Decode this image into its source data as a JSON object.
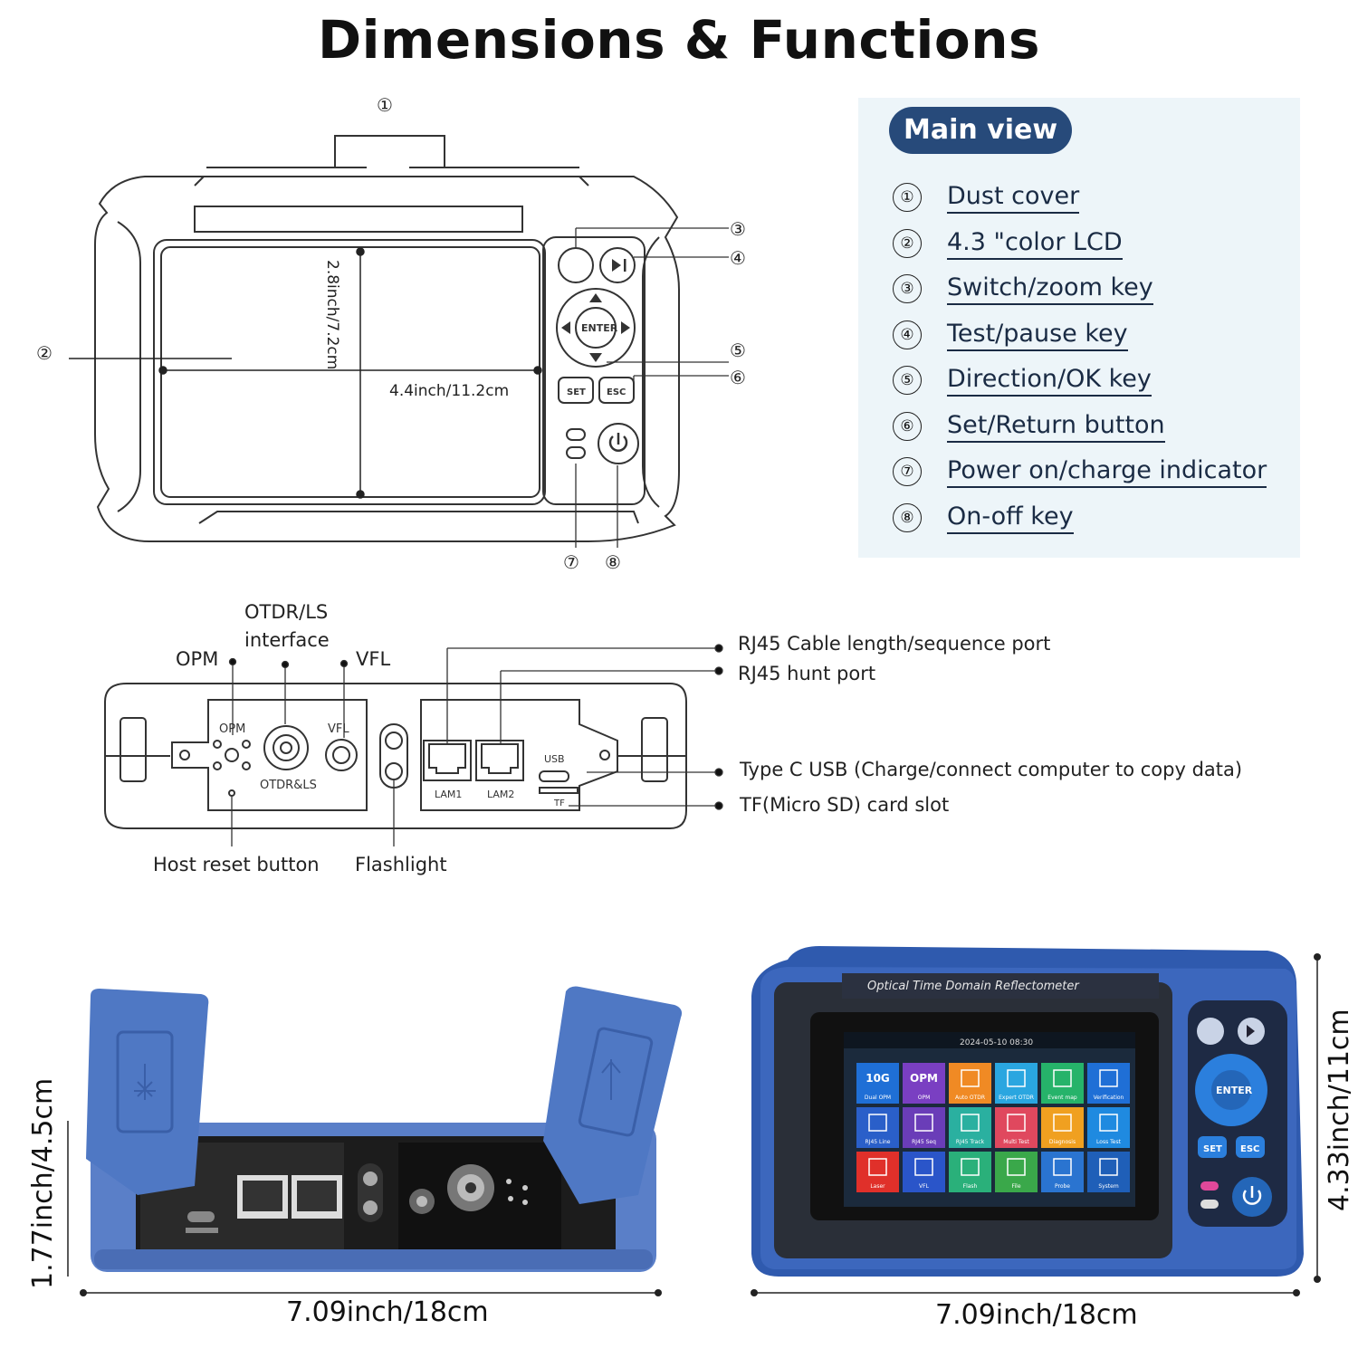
{
  "title": "Dimensions & Functions",
  "main_view": {
    "heading": "Main view",
    "items": [
      {
        "num": "①",
        "label": "Dust cover"
      },
      {
        "num": "②",
        "label": "4.3 \"color LCD"
      },
      {
        "num": "③",
        "label": "Switch/zoom key"
      },
      {
        "num": "④",
        "label": "Test/pause key"
      },
      {
        "num": "⑤",
        "label": "Direction/OK key"
      },
      {
        "num": "⑥",
        "label": "Set/Return button"
      },
      {
        "num": "⑦",
        "label": "Power on/charge indicator"
      },
      {
        "num": "⑧",
        "label": "On-off key"
      }
    ]
  },
  "front_diagram": {
    "callouts": [
      "①",
      "②",
      "③",
      "④",
      "⑤",
      "⑥",
      "⑦",
      "⑧"
    ],
    "screen_height": "2.8inch/7.2cm",
    "screen_width": "4.4inch/11.2cm",
    "keys": {
      "enter": "ENTER",
      "set": "SET",
      "esc": "ESC"
    }
  },
  "top_diagram": {
    "labels": {
      "opm": "OPM",
      "otdr_ls": "OTDR/LS interface",
      "vfl": "VFL",
      "rj45_len": "RJ45 Cable length/sequence port",
      "rj45_hunt": "RJ45 hunt port",
      "typec": "Type C USB (Charge/connect computer to copy data)",
      "tf": "TF(Micro SD) card slot",
      "reset": "Host reset button",
      "flashlight": "Flashlight"
    },
    "panel_text": {
      "opm": "OPM",
      "vfl": "VFL",
      "otdr": "OTDR&LS",
      "lam1": "LAM1",
      "lam2": "LAM2",
      "usb": "USB",
      "tf": "TF"
    }
  },
  "photos": {
    "top_height": "1.77inch/4.5cm",
    "top_width": "7.09inch/18cm",
    "front_height": "4.33inch/11cm",
    "front_width": "7.09inch/18cm",
    "device_name": "Optical Time Domain Reflectometer",
    "status_time": "2024-05-10  08:30",
    "keys": {
      "enter": "ENTER",
      "set": "SET",
      "esc": "ESC"
    },
    "tiles": [
      {
        "big": "10G",
        "small": "Dual OPM",
        "color": "#1f6fd6"
      },
      {
        "big": "OPM",
        "small": "OPM",
        "color": "#7a3fc2"
      },
      {
        "big": "",
        "small": "Auto OTDR",
        "color": "#f08a24"
      },
      {
        "big": "",
        "small": "Expert OTDR",
        "color": "#2aa6e0"
      },
      {
        "big": "",
        "small": "Event map",
        "color": "#26b36a"
      },
      {
        "big": "",
        "small": "Verification",
        "color": "#1f6fd6"
      },
      {
        "big": "",
        "small": "RJ45 Line",
        "color": "#2a5fc9"
      },
      {
        "big": "",
        "small": "RJ45 Seq",
        "color": "#6a3db8"
      },
      {
        "big": "",
        "small": "RJ45 Track",
        "color": "#2ab0a0"
      },
      {
        "big": "",
        "small": "Multi Test",
        "color": "#e0485e"
      },
      {
        "big": "",
        "small": "Diagnosis",
        "color": "#f0a020"
      },
      {
        "big": "",
        "small": "Loss Test",
        "color": "#1f8ae0"
      },
      {
        "big": "",
        "small": "Laser",
        "color": "#e0302a"
      },
      {
        "big": "",
        "small": "VFL",
        "color": "#2a55c9"
      },
      {
        "big": "",
        "small": "Flash",
        "color": "#2ab07a"
      },
      {
        "big": "",
        "small": "File",
        "color": "#3aa84a"
      },
      {
        "big": "",
        "small": "Probe",
        "color": "#2a74d0"
      },
      {
        "big": "",
        "small": "System",
        "color": "#1f5fb8"
      }
    ]
  }
}
